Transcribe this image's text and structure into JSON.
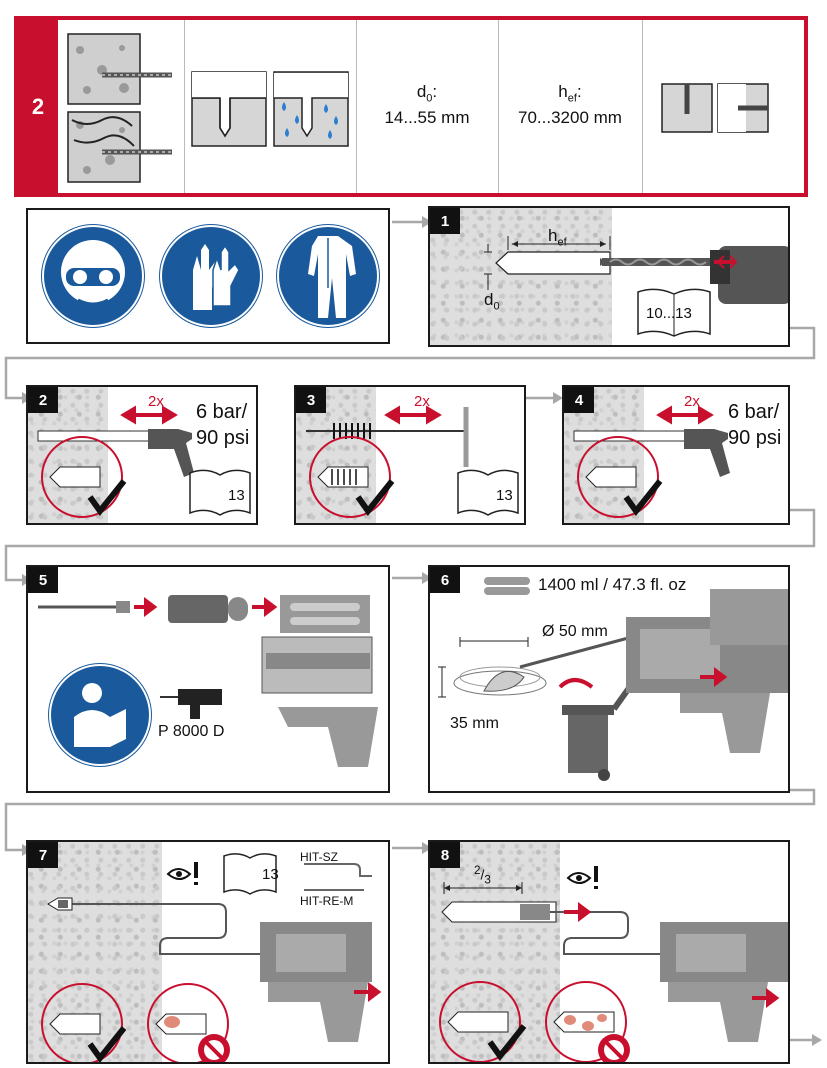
{
  "header": {
    "step_number": "2",
    "diameter_label": "d",
    "diameter_sub": "0",
    "diameter_value": "14...55 mm",
    "depth_label": "h",
    "depth_sub": "ef",
    "depth_value": "70...3200 mm"
  },
  "steps": {
    "s1": {
      "num": "1",
      "hef": "h",
      "hef_sub": "ef",
      "d0": "d",
      "d0_sub": "0",
      "book": "10...13"
    },
    "s2": {
      "num": "2",
      "times": "2x",
      "pressure_bar": "6 bar/",
      "pressure_psi": "90 psi",
      "book": "13"
    },
    "s3": {
      "num": "3",
      "times": "2x",
      "book": "13"
    },
    "s4": {
      "num": "4",
      "times": "2x",
      "pressure_bar": "6 bar/",
      "pressure_psi": "90 psi"
    },
    "s5": {
      "num": "5",
      "dispenser": "P 8000 D"
    },
    "s6": {
      "num": "6",
      "volume": "1400 ml / 47.3 fl. oz",
      "diameter": "Ø 50 mm",
      "height": "35 mm"
    },
    "s7": {
      "num": "7",
      "book": "13",
      "mixer1": "HIT-SZ",
      "mixer2": "HIT-RE-M"
    },
    "s8": {
      "num": "8",
      "fraction_num": "2",
      "fraction_den": "3"
    }
  },
  "colors": {
    "brand_red": "#c8102e",
    "safety_blue": "#1a5a9c",
    "arrow_gray": "#a8a8a8"
  }
}
